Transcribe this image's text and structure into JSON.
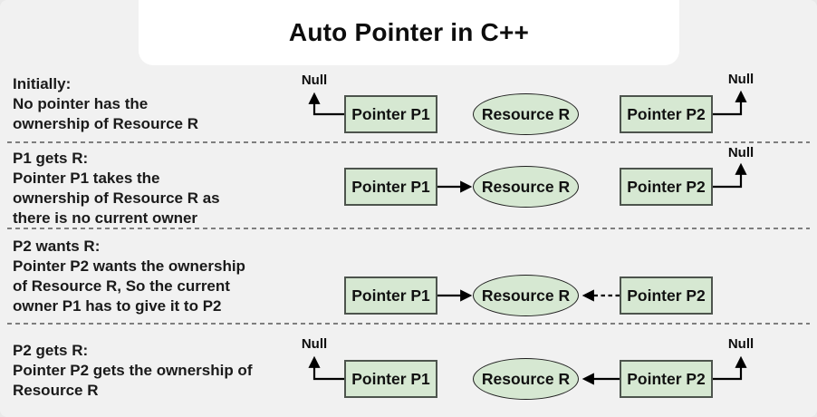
{
  "title": "Auto Pointer in C++",
  "shapes": {
    "pointer_p1": "Pointer P1",
    "pointer_p2": "Pointer P2",
    "resource": "Resource R",
    "null_label": "Null"
  },
  "colors": {
    "background": "#f1f1f1",
    "title_card": "#ffffff",
    "node_fill": "#d6e8d2",
    "node_border": "#4d544d",
    "ellipse_border": "#1f1f1f",
    "text": "#1a1a1a",
    "separator": "#7e7e7e",
    "arrow": "#000000"
  },
  "rows": [
    {
      "caption": "Initially:\nNo pointer has the\nownership of Resource R",
      "state": "P1 null, P2 null, no owner of Resource R"
    },
    {
      "caption": "P1 gets R:\nPointer P1 takes the\nownership of Resource R as\nthere is no current owner",
      "state": "P1 points to Resource R, P2 null"
    },
    {
      "caption": "P2 wants R:\nPointer P2 wants the ownership\nof Resource R, So the current\nowner P1 has to give it to P2",
      "state": "P1 points to Resource R, P2 requests Resource R (dashed)"
    },
    {
      "caption": "P2 gets R:\nPointer P2 gets the ownership of\nResource R",
      "state": "P1 null, P2 points to Resource R"
    }
  ]
}
